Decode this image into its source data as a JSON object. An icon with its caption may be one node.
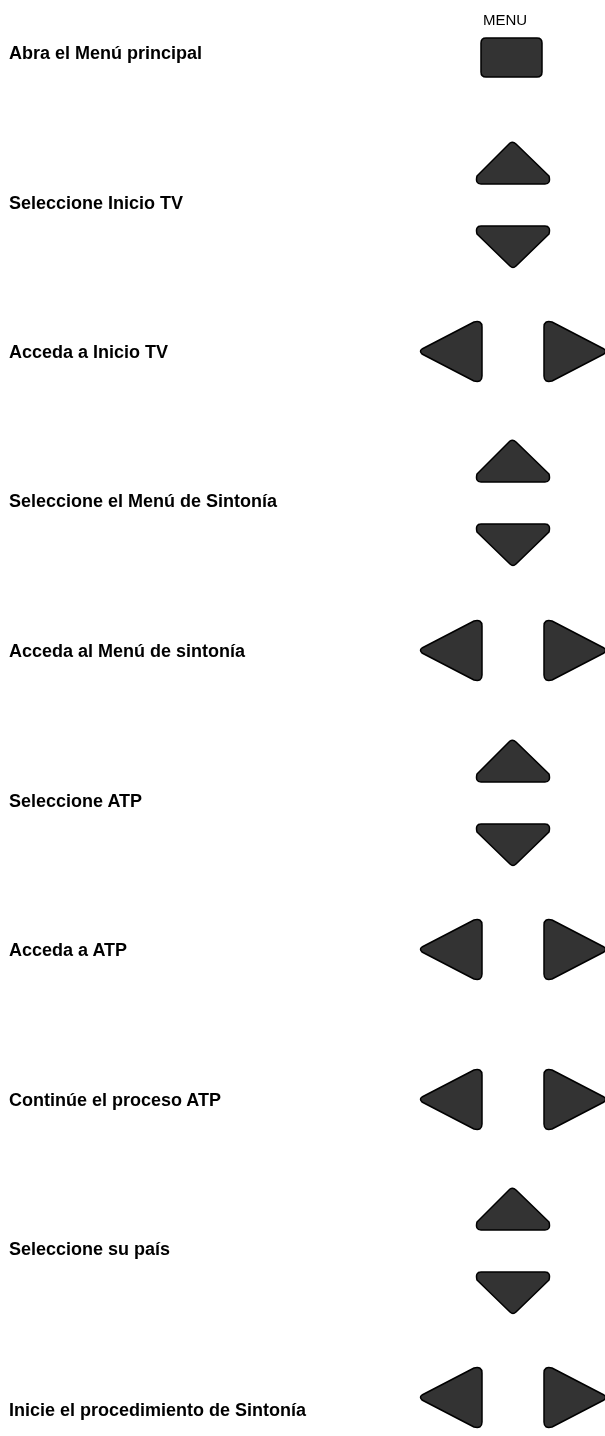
{
  "diagram": {
    "labels": [
      "MENU",
      "Abra el Menú principal",
      "Seleccione Inicio TV",
      "Acceda a Inicio TV",
      "Seleccione el Menú de Sintonía",
      "Acceda al Menú de sintonía",
      "Seleccione ATP",
      "Acceda a ATP",
      "Continúe el proceso ATP",
      "Seleccione su país",
      "Inicie el procedimiento de Sintonía"
    ]
  }
}
